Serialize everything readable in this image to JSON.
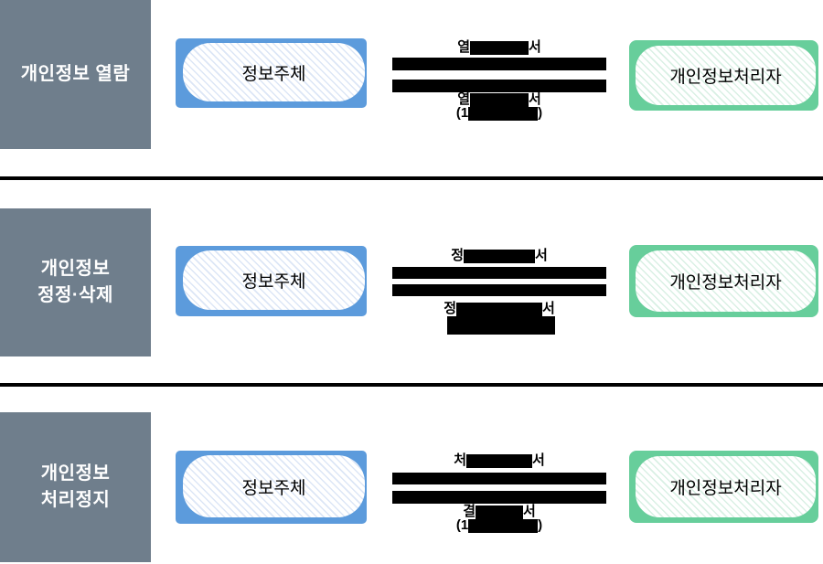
{
  "colors": {
    "section_label_bg": "#6F7E8C",
    "section_label_text": "#FFFFFF",
    "subject_box_border": "#5C9BDC",
    "subject_box_stripe": "#DCE6F6",
    "processor_box_border": "#67CE9B",
    "processor_box_stripe": "#D9F0E4",
    "redaction": "#000000"
  },
  "rows": [
    {
      "label_lines": [
        "개인정보 열람"
      ],
      "subject_label": "정보주체",
      "processor_label": "개인정보처리자",
      "arrow_top": {
        "prefix": "열",
        "suffix": "서"
      },
      "arrow_bottom": {
        "prefix": "열",
        "suffix": "서"
      },
      "note": {
        "prefix": "(1",
        "suffix": ")"
      }
    },
    {
      "label_lines": [
        "개인정보",
        "정정·삭제"
      ],
      "subject_label": "정보주체",
      "processor_label": "개인정보처리자",
      "arrow_top": {
        "prefix": "정",
        "suffix": "서"
      },
      "arrow_bottom": {
        "prefix": "정",
        "suffix": "서"
      }
    },
    {
      "label_lines": [
        "개인정보",
        "처리정지"
      ],
      "subject_label": "정보주체",
      "processor_label": "개인정보처리자",
      "arrow_top": {
        "prefix": "처",
        "suffix": "서"
      },
      "arrow_bottom": {
        "prefix": "결",
        "suffix": "서"
      },
      "note": {
        "prefix": "(1",
        "suffix": ")"
      }
    }
  ]
}
